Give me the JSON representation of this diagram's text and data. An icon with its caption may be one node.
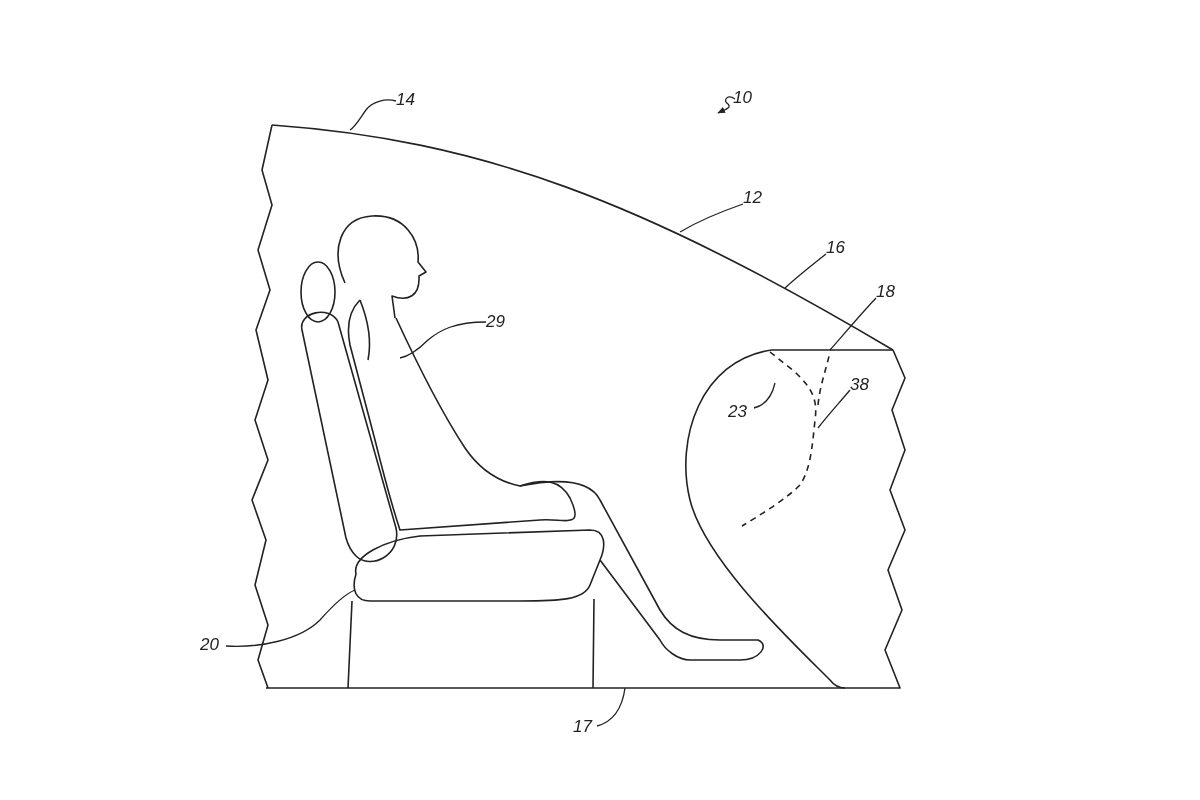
{
  "diagram": {
    "nodes": [
      {
        "text": [
          "14"
        ]
      },
      {
        "text": [
          "10"
        ]
      },
      {
        "text": [
          "12"
        ]
      },
      {
        "text": [
          "16"
        ]
      },
      {
        "text": [
          "18"
        ]
      },
      {
        "text": [
          "29"
        ]
      },
      {
        "text": [
          "23"
        ]
      },
      {
        "text": [
          "38"
        ]
      },
      {
        "text": [
          "20"
        ]
      },
      {
        "text": [
          "17"
        ]
      }
    ],
    "edges": [
      {
        "from": 0,
        "to": null,
        "arrow": "none"
      },
      {
        "from": 1,
        "to": null,
        "arrow": "to"
      },
      {
        "from": 2,
        "to": null,
        "arrow": "none"
      },
      {
        "from": 3,
        "to": null,
        "arrow": "none"
      },
      {
        "from": 4,
        "to": null,
        "arrow": "none"
      },
      {
        "from": 5,
        "to": null,
        "arrow": "none"
      },
      {
        "from": 6,
        "to": null,
        "arrow": "none"
      },
      {
        "from": 7,
        "to": null,
        "arrow": "none"
      },
      {
        "from": 8,
        "to": null,
        "arrow": "none"
      },
      {
        "from": 9,
        "to": null,
        "arrow": "none"
      }
    ]
  }
}
